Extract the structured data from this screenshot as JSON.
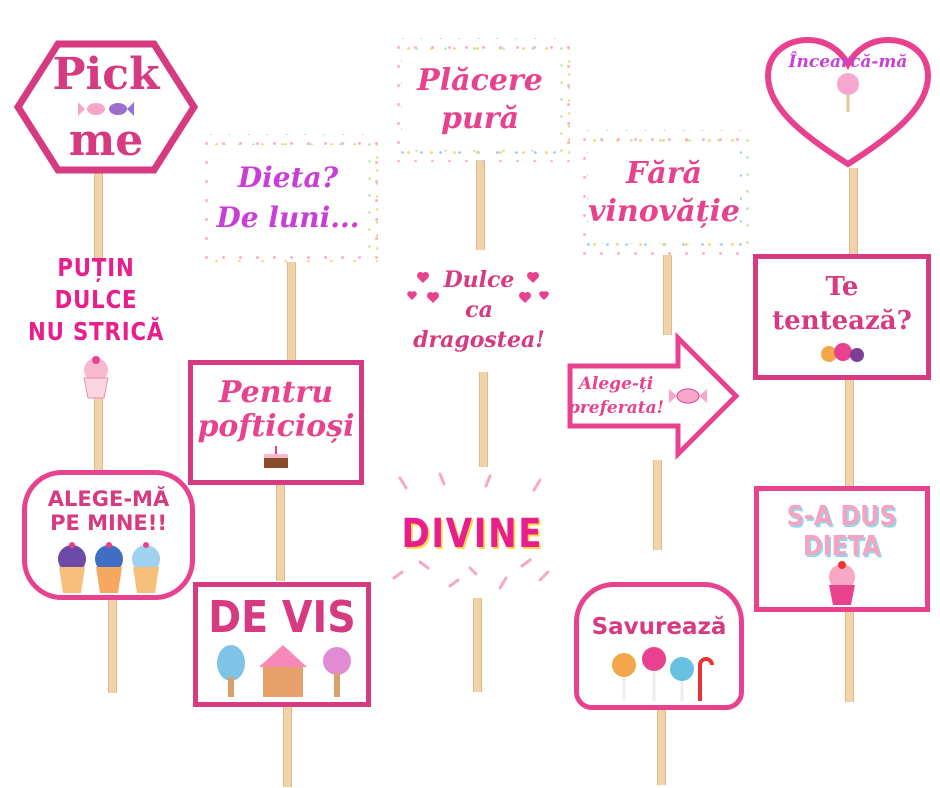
{
  "props": {
    "pick_me": {
      "line1": "Pick",
      "line2": "me"
    },
    "putin_dulce": {
      "line1": "PUȚIN DULCE",
      "line2": "NU STRICĂ"
    },
    "alege_ma": {
      "line1": "ALEGE-MĂ",
      "line2": "PE MINE!!"
    },
    "dieta": {
      "line1": "Dieta?",
      "line2": "De luni..."
    },
    "pentru": {
      "line1": "Pentru",
      "line2": "pofticioși"
    },
    "de_vis": {
      "text": "DE VIS"
    },
    "placere": {
      "line1": "Plăcere",
      "line2": "pură"
    },
    "dulce_ca": {
      "line1": "Dulce",
      "line2": "ca",
      "line3": "dragostea!"
    },
    "divine": {
      "text": "DIVINE"
    },
    "fara": {
      "line1": "Fără",
      "line2": "vinovăție"
    },
    "alege_ti": {
      "line1": "Alege-ți",
      "line2": "preferata!"
    },
    "savureaza": {
      "text": "Savurează"
    },
    "incearca": {
      "text": "Încearcă-mă"
    },
    "te_tenteaza": {
      "line1": "Te",
      "line2": "tentează?"
    },
    "s_a_dus": {
      "line1": "S-A DUS",
      "line2": "DIETA"
    }
  },
  "colors": {
    "pink": "#e8428f",
    "magenta": "#d63a80",
    "hot_pink": "#e91e8c",
    "stick": "#f2d2a8"
  }
}
